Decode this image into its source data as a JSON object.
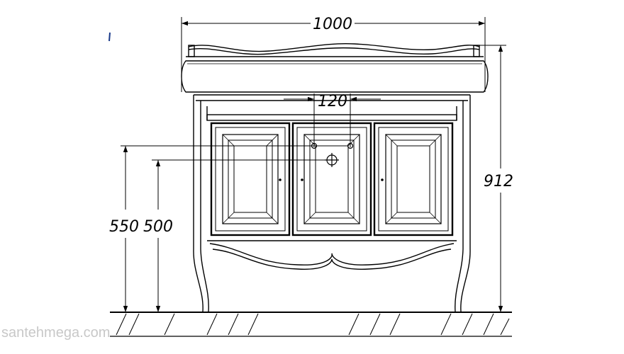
{
  "dimensions": {
    "overall_width": "1000",
    "tap_spacing": "120",
    "total_height": "912",
    "drain_height_upper": "550",
    "drain_height_lower": "500"
  },
  "watermark": "santehmega.com",
  "colors": {
    "line": "#000000",
    "background": "#ffffff",
    "watermark": "#c8c8c8"
  }
}
